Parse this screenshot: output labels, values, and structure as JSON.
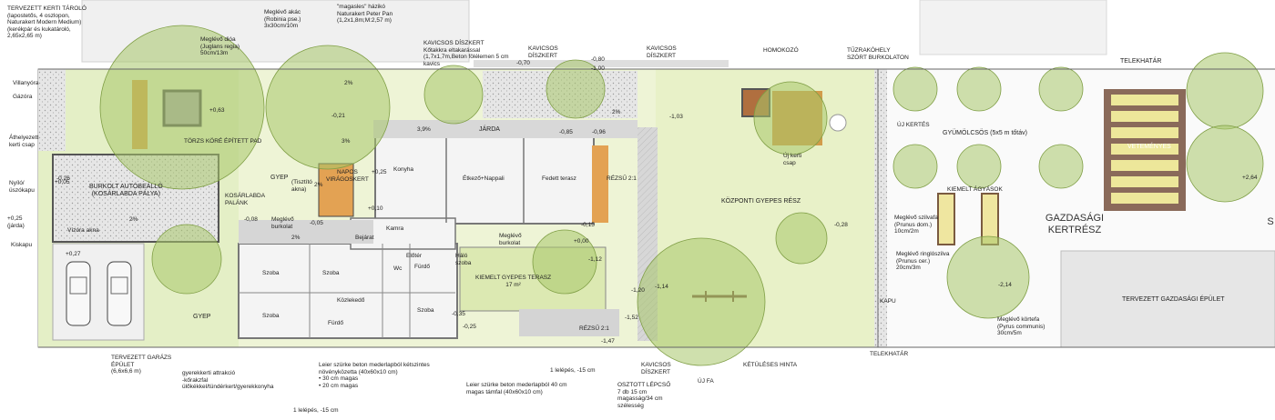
{
  "labels": {
    "tarolo": "TERVEZETT KERTI TÁROLÓ\n(lapostetős, 4 oszlopon,\nNaturakert Modern Medium)\n(kerékpár és kukatároló,\n2,65x2,65 m)",
    "villanyora": "Villanyóra",
    "gazora": "Gázóra",
    "athelyezett_csap": "Áthelyezett\nkerti csap",
    "nyilo_kiskapu": "Nyíló/\nüszókapu",
    "jarda_left": "+0,25\n(járda)",
    "kiskapu": "Kiskapu",
    "dio": "Meglévő dióa\n(Juglans regia)\n50cm/13m",
    "akac": "Meglévő akác\n(Robinia pse.)\n3x30cm/10m",
    "hazikó": "\"magasles\" házikó\nNaturakert Peter Pan\n(1,2x1,8m;M:2,57 m)",
    "kavics_diszkert_top": "KAVICSOS DÍSZKERT\nKőtakkra eltakarással\n(1,7x1,7m,Beton fölélemen 5 cm\nkavics",
    "kavicsos_diszkert_a": "KAVICSOS\nDÍSZKERT",
    "kavicsos_diszkert_b": "KAVICSOS\nDÍSZKERT",
    "homokozo": "HOMOKOZÓ",
    "tuzrako": "TŰZRAKÓHELY\nSZÓRT BURKOLATON",
    "telekhatar_top": "TELEKHATÁR",
    "telekhatar_bottom": "TELEKHATÁR",
    "uj_kertes": "ÚJ KERTÉS",
    "gyumolcsos": "GYÜMÖLCSÖS (5x5 m tőtáv)",
    "zoldseg": "VETEMÉNYES",
    "kiemelt_agyasok": "KIEMELT ÁGYÁSOK",
    "szilva": "Meglévő szilvafa\n(Prunus dom.)\n10cm/2m",
    "ringlo": "Meglévő ringlószilva\n(Prunus cer.)\n20cm/3m",
    "korte": "Meglévő körtefa\n(Pyrus communis)\n30cm/5m",
    "kapu": "KAPU",
    "gazd_epulet": "TERVEZETT GAZDASÁGI ÉPÜLET",
    "gazd_kert": "GAZDASÁGI\nKERTRÉSZ",
    "torzs_pad": "TÖRZS KÖRÉ ÉPÍTETT PAD",
    "burkolt": "BURKOLT AUTÓBEÁLLÓ\n(KOSÁRLABDA PÁLYA)",
    "kosar": "KOSÁRLABDA\nPALÁNK",
    "gyep_a": "GYEP",
    "gyep_b": "GYEP",
    "tisztito": "(Tisztító\nakna)",
    "napos": "NAPOS\nVIRÁGOSKERT",
    "viz_akna": "Vízóra akna",
    "burkolat_a": "Meglévő\nburkolat",
    "burkolat_b": "Meglévő\nburkolat",
    "jarda": "JÁRDA",
    "konyha": "Konyha",
    "etkezo": "Étkező+Nappali",
    "fedett": "Fedett terasz",
    "rezsu_a": "RÉZSŰ 2:1",
    "rezsu_b": "RÉZSŰ 2:1",
    "kozponti": "KÖZPONTI GYEPES RÉSZ",
    "kamra": "Kamra",
    "eloter": "Előtér",
    "bejarat": "Bejárat",
    "halo": "Háló\nszoba",
    "kiemelt_terasz": "KIEMELT GYEPES TERASZ\n17 m²",
    "szoba_a": "Szoba",
    "szoba_b": "Szoba",
    "szoba_c": "Szoba",
    "szoba_d": "Szoba",
    "wc": "Wc",
    "furdo_a": "Fürdő",
    "furdo_b": "Fürdő",
    "kozlekedo": "Közlekedő",
    "garazs": "TERVEZETT GARÁZS\nÉPÜLET\n(6,6x6,6 m)",
    "gyerek": "gyerekkerti attrakció\n-kőrakzfal\nülőkékkel/tündérkert/gyerekkonyha",
    "leier_a": "Leier szürke beton mederlapból kétszintes\nnövényközetta (40x60x10 cm)\n•      30 cm magas\n•      20 cm magas",
    "leier_b": "Leier szürke beton mederlapból 40 cm\nmagas támfal (40x60x10 cm)",
    "lepcso_a": "1 lelépés, -15 cm",
    "lepcso_b": "1 lelépés, -15 cm",
    "osztott": "OSZTOTT LÉPCSŐ\n7 db 15 cm\nmagasság/34 cm\nszélesség",
    "kavicsos_bottom": "KAVICSOS\nDÍSZKERT",
    "hinta": "KÉTÜLÉSES HINTA",
    "uj_fa": "ÚJ FA",
    "uj_kerti_csap": "Új kerti\ncsap",
    "s_edge": "S"
  },
  "levels": [
    "+0,63",
    "+0,05",
    "+0,27",
    "-0,26",
    "+0,25",
    "+0,10",
    "-0,08",
    "-0,05",
    "-0,21",
    "-0,70",
    "-0,80",
    "-1,00",
    "-0,85",
    "-0,96",
    "-1,03",
    "-1,14",
    "-1,12",
    "-1,20",
    "-1,52",
    "-1,47",
    "-2,14",
    "+2,64",
    "-0,15",
    "-0,25",
    "+0,00",
    "-0,35",
    "-0,28",
    "3%",
    "2%",
    "3,9%",
    "2%",
    "2%",
    "2%",
    "2%"
  ]
}
